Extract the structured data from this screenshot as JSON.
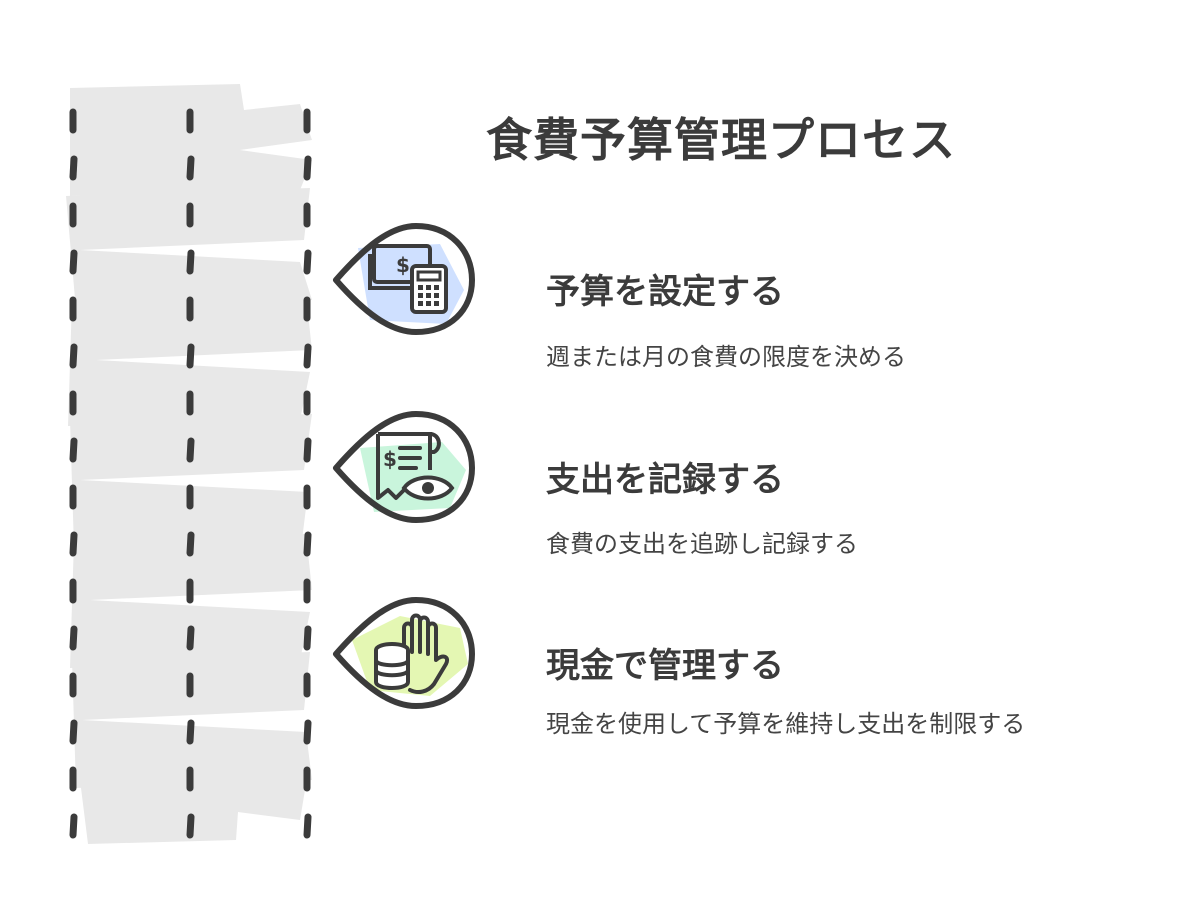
{
  "title": "食費予算管理プロセス",
  "steps": [
    {
      "heading": "予算を設定する",
      "description": "週または月の食費の限度を決める",
      "icon": "money-calculator-icon",
      "accent": "#cfe0ff"
    },
    {
      "heading": "支出を記録する",
      "description": "食費の支出を追跡し記録する",
      "icon": "receipt-eye-icon",
      "accent": "#c9f5dc"
    },
    {
      "heading": "現金で管理する",
      "description": "現金を使用して予算を維持し支出を制限する",
      "icon": "hand-coins-icon",
      "accent": "#e4f7b3"
    }
  ],
  "colors": {
    "road": "#e8e8e8",
    "stroke": "#3b3b3b"
  }
}
